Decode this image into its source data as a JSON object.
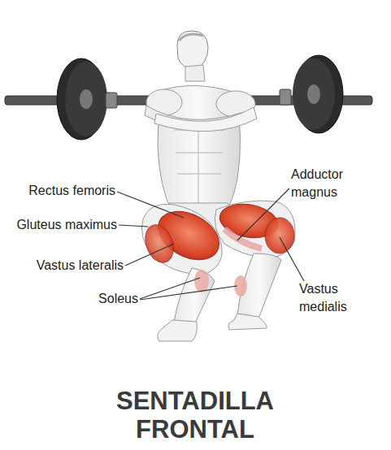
{
  "diagram": {
    "title": "SENTADILLA FRONTAL",
    "labels": [
      "Rectus femoris",
      "Gluteus maximus",
      "Vastus lateralis",
      "Soleus",
      "Adductor magnus",
      "Vastus medialis"
    ]
  }
}
